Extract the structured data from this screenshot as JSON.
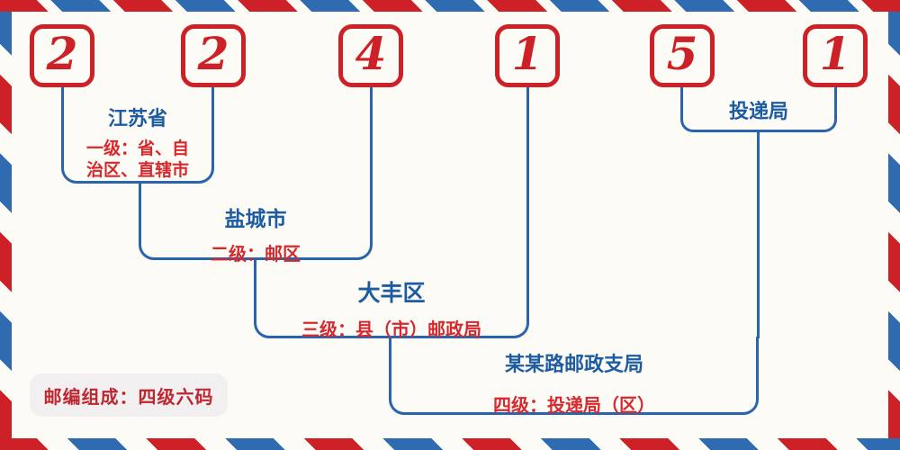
{
  "postal_digits": [
    "2",
    "2",
    "4",
    "1",
    "5",
    "1"
  ],
  "levels": [
    {
      "name": "江苏省",
      "desc_line1": "一级：省、自",
      "desc_line2": "治区、直辖市"
    },
    {
      "name": "盐城市",
      "desc": "二级：邮区"
    },
    {
      "name": "大丰区",
      "desc": "三级：县（市）邮政局"
    },
    {
      "name": "某某路邮政支局",
      "desc": "四级：投递局（区）"
    },
    {
      "name": "投递局"
    }
  ],
  "footer": {
    "note": "邮编组成：四级六码"
  },
  "colors": {
    "digit_red": "#cd2127",
    "stripe_red": "#cd2127",
    "stripe_blue": "#2e6bb1",
    "connector_blue": "#2a64ad",
    "label_name_blue": "#1d5ca2",
    "label_desc_red": "#d7282e",
    "footer_text_red": "#bc2730",
    "background": "#fcfbf5",
    "badge_background": "#f2eff1"
  }
}
